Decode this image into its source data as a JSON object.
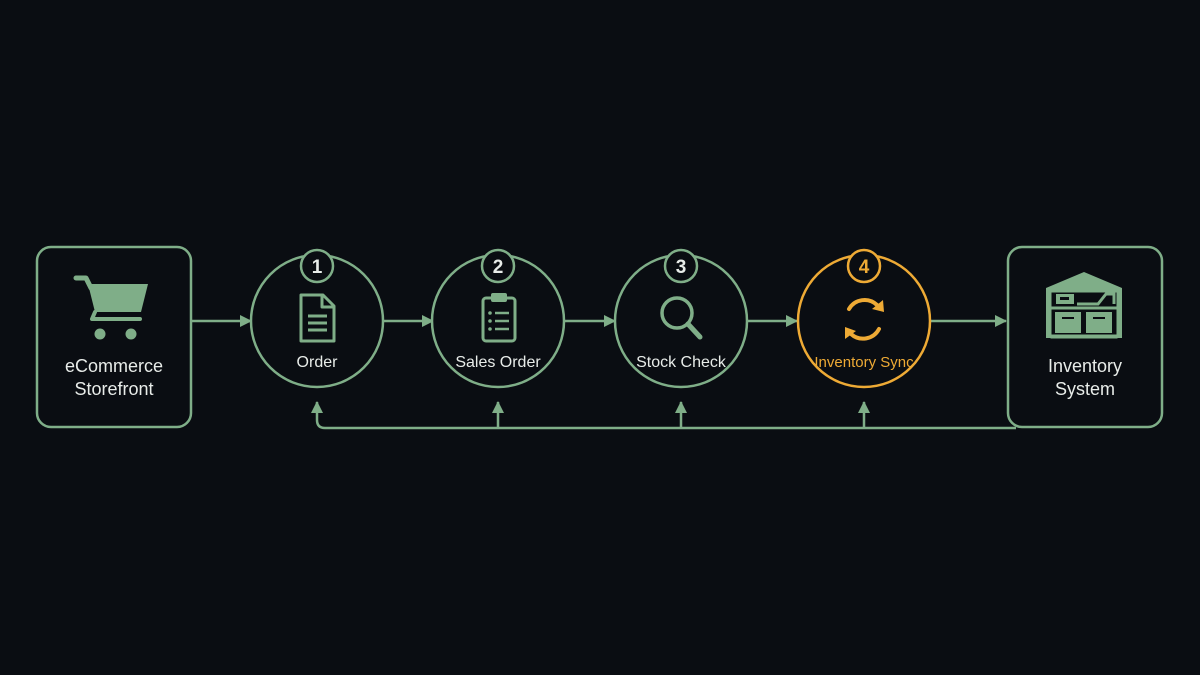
{
  "colors": {
    "background": "#0a0d12",
    "stroke": "#7fae88",
    "icon_fill": "#7fae88",
    "text": "#e8ece9",
    "highlight": "#eeaa35"
  },
  "endpoints": {
    "source": {
      "line1": "eCommerce",
      "line2": "Storefront",
      "icon": "shopping-cart-icon"
    },
    "target": {
      "line1": "Inventory",
      "line2": "System",
      "icon": "warehouse-icon"
    }
  },
  "steps": [
    {
      "number": "1",
      "label": "Order",
      "icon": "document-icon",
      "highlighted": false
    },
    {
      "number": "2",
      "label": "Sales Order",
      "icon": "clipboard-icon",
      "highlighted": false
    },
    {
      "number": "3",
      "label": "Stock Check",
      "icon": "search-icon",
      "highlighted": false
    },
    {
      "number": "4",
      "label": "Inventory Sync",
      "icon": "sync-icon",
      "highlighted": true
    }
  ]
}
